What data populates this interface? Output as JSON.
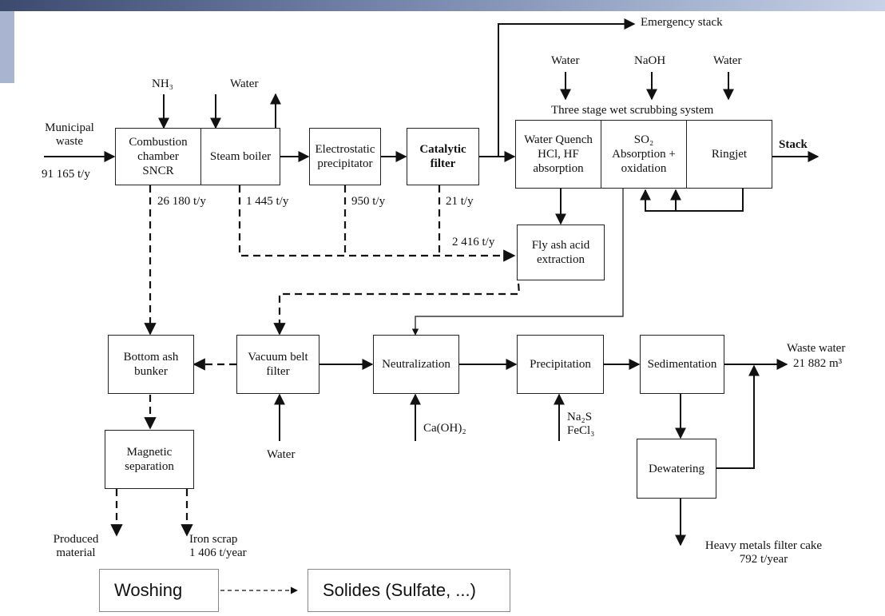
{
  "boxes": {
    "combustion": "Combustion\nchamber\nSNCR",
    "steam_boiler": "Steam boiler",
    "electrostatic": "Electrostatic\nprecipitator",
    "catalytic": "Catalytic\nfilter",
    "water_quench": "Water Quench\nHCl, HF\nabsorption",
    "so2_absorption": "SO₂\nAbsorption +\noxidation",
    "ringjet": "Ringjet",
    "fly_ash": "Fly ash acid\nextraction",
    "bottom_ash": "Bottom ash\nbunker",
    "vacuum_belt": "Vacuum belt\nfilter",
    "neutralization": "Neutralization",
    "precipitation": "Precipitation",
    "sedimentation": "Sedimentation",
    "magnetic": "Magnetic\nseparation",
    "dewatering": "Dewatering"
  },
  "labels": {
    "municipal_waste": "Municipal\nwaste",
    "waste_amount": "91 165 t/y",
    "nh3": "NH₃",
    "water_boiler": "Water",
    "emergency_stack": "Emergency stack",
    "water_scrub_1": "Water",
    "naoh": "NaOH",
    "water_scrub_2": "Water",
    "three_stage": "Three stage wet scrubbing system",
    "stack": "Stack",
    "flow_26180": "26 180 t/y",
    "flow_1445": "1 445 t/y",
    "flow_950": "950 t/y",
    "flow_21": "21 t/y",
    "flow_2416": "2 416 t/y",
    "waste_water": "Waste water",
    "waste_water_amount": "21 882 m³",
    "caoh2": "Ca(OH)₂",
    "na2s": "Na₂S\nFeCl₃",
    "water_vacuum": "Water",
    "produced_material": "Produced\nmaterial",
    "iron_scrap": "Iron scrap\n1 406 t/year",
    "heavy_metals": "Heavy metals filter cake\n792 t/year"
  },
  "bottom": {
    "woshing": "Woshing",
    "solides": "Solides (Sulfate, ...)"
  },
  "colors": {
    "line": "#111111",
    "header_strip": "#6f7fa6"
  }
}
